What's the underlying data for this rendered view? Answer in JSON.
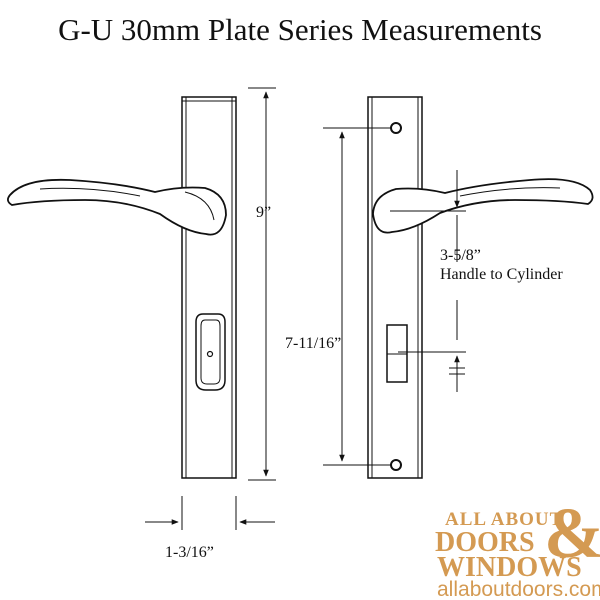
{
  "title": "G-U 30mm Plate Series Measurements",
  "dimensions": {
    "plate_height": "9”",
    "plate_width": "1-3/16”",
    "hole_spacing": "7-11/16”",
    "handle_to_cylinder": "3-5/8”",
    "handle_to_cylinder_caption": "Handle to Cylinder"
  },
  "logo": {
    "line1": "ALL ABOUT",
    "line2": "DOORS",
    "ampersand": "&",
    "line3": "WINDOWS",
    "website": "allaboutdoors.com",
    "color": "#d49a52"
  }
}
